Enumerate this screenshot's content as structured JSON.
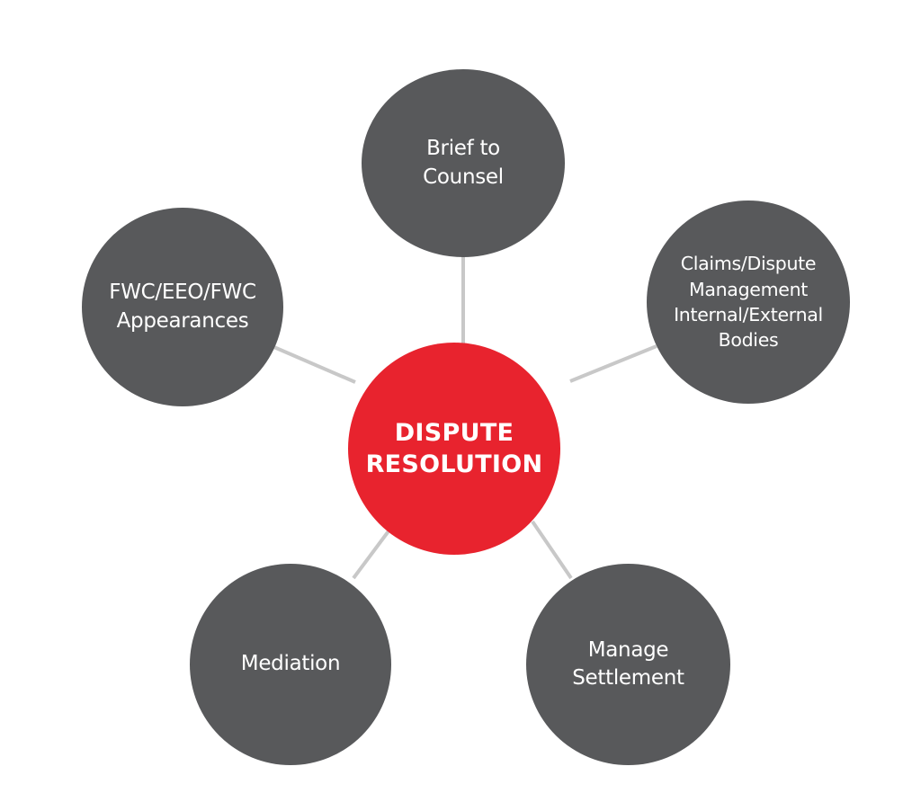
{
  "diagram": {
    "center": {
      "label": "DISPUTE\nRESOLUTION",
      "color": "#e8232e"
    },
    "nodes": [
      {
        "id": "brief",
        "label": "Brief to\nCounsel"
      },
      {
        "id": "fwc",
        "label": "FWC/EEO/FWC\nAppearances"
      },
      {
        "id": "claims",
        "label": "Claims/Dispute\nManagement\nInternal/External\nBodies"
      },
      {
        "id": "mediation",
        "label": "Mediation"
      },
      {
        "id": "settlement",
        "label": "Manage\nSettlement"
      }
    ],
    "node_color": "#58595b",
    "connector_color": "#c8c8c8"
  }
}
